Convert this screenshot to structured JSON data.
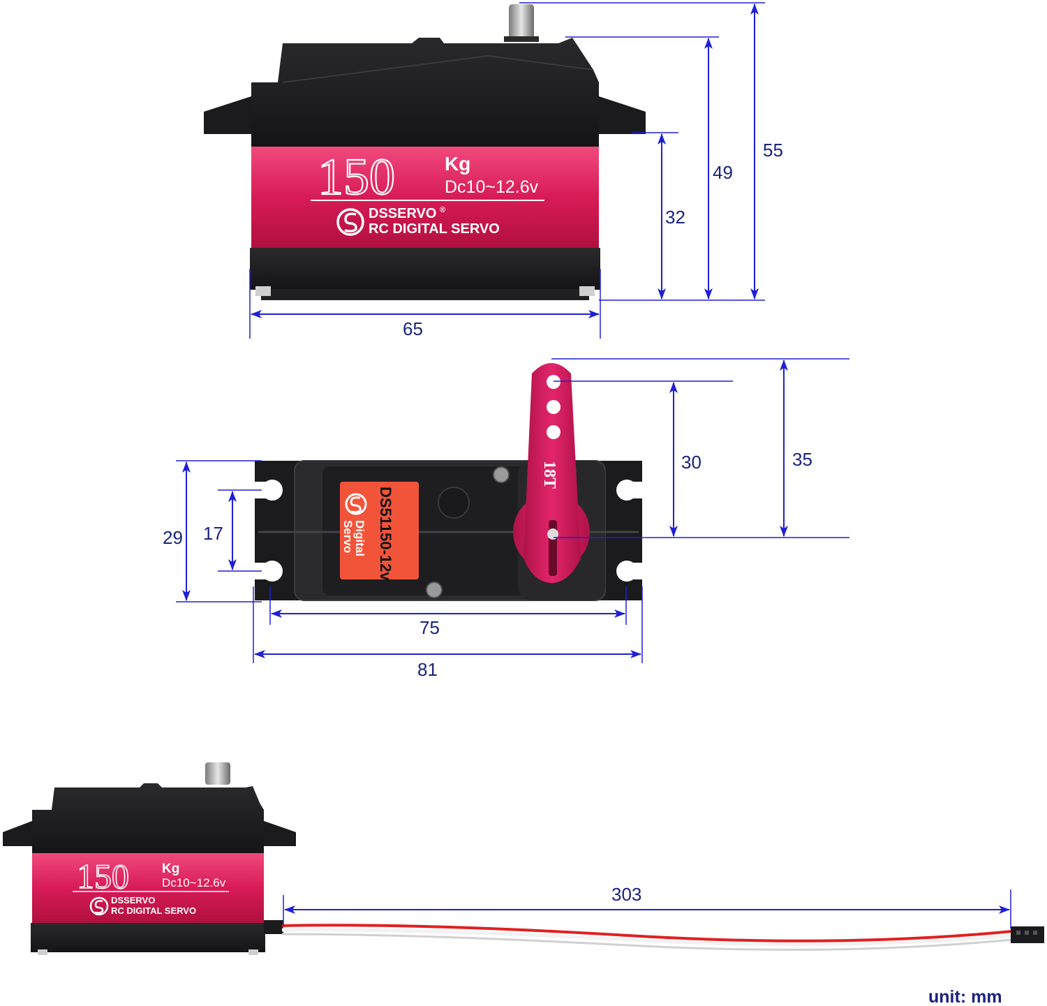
{
  "dimensions": {
    "front_height_total": "55",
    "front_height_upper": "49",
    "front_height_body": "32",
    "front_width": "65",
    "top_horn_total": "35",
    "top_horn_hole": "30",
    "top_side_total": "29",
    "top_side_holes": "17",
    "top_length_holes": "75",
    "top_length_total": "81",
    "cable_length": "303"
  },
  "unit_label": "unit: mm",
  "servo_label": {
    "torque_number": "150",
    "torque_unit": "Kg",
    "voltage": "Dc10~12.6v",
    "brand": "DSSERVO",
    "registered": "®",
    "subtitle": "RC DIGITAL SERVO"
  },
  "top_label": {
    "model": "DS51150-12v",
    "line1": "Digital",
    "line2": "Servo",
    "horn_spline": "18T"
  },
  "colors": {
    "dimension_line": "#1f1fd6",
    "dimension_text": "#1a237e",
    "servo_body": "#1b1b1d",
    "servo_band": "#e0245e",
    "label_orange": "#f2543a",
    "horn": "#d81b60"
  }
}
